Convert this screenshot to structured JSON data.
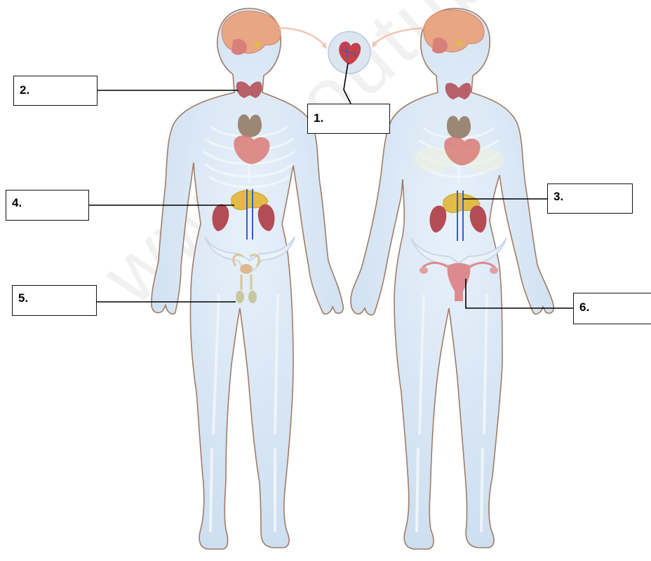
{
  "labels": [
    {
      "id": "1",
      "text": "1."
    },
    {
      "id": "2",
      "text": "2."
    },
    {
      "id": "3",
      "text": "3."
    },
    {
      "id": "4",
      "text": "4."
    },
    {
      "id": "5",
      "text": "5."
    },
    {
      "id": "6",
      "text": "6."
    }
  ],
  "watermark": "www.youtuberoad.ir",
  "colors": {
    "body_fill": "#dbe9f6",
    "body_outline": "#a07c66",
    "bone": "#eef4fa",
    "brain": "#e9a684",
    "thyroid": "#b8606a",
    "thymus": "#9c8775",
    "heart": "#d9746b",
    "pancreas": "#e2bb48",
    "kidney": "#b44c55",
    "uterus": "#dd8a8e",
    "testes": "#d9c79a",
    "leader_line": "#000000"
  }
}
